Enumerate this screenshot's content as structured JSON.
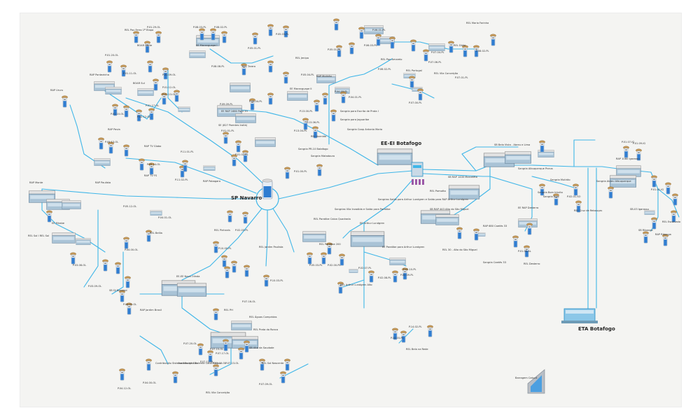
{
  "colors": {
    "pipe": "#3fb6e8",
    "pipe_dark": "#2a8fc4",
    "tank_top": "#dcdcdc",
    "tank_body": "#a9c3d6",
    "well_cap": "#c89a57",
    "well_body": "#2f7dd1",
    "frame": "#f4f4f2"
  },
  "icons": {
    "well": "well-icon",
    "reservoir": "reservoir-icon",
    "station": "station-icon",
    "hub": "sp-navarro-hub-icon",
    "eta": "eta-building-icon",
    "dam": "dam-icon"
  },
  "nodes": {
    "sp_navarro": "SP Navarro",
    "ee_botafogo": "EE-EI Botafogo",
    "eta_botafogo": "ETA Botafogo",
    "barragem": "Barragem Catucá",
    "sangrias_saida": "Sangrias Saída para Arthur Lundgren e Saída para RAP Arthur Lundgren",
    "sangria_albuquerque": "Sangria Albuquerque Pneus"
  },
  "labels": [
    {
      "id": "l01",
      "t": "REL Pau Ferro 1ª Etapa"
    },
    {
      "id": "l02",
      "t": "P.01.29-OL"
    },
    {
      "id": "l03",
      "t": "BOAR Norte"
    },
    {
      "id": "l04",
      "t": "P.01.20-OL"
    },
    {
      "id": "l05",
      "t": "P.01.11-OL"
    },
    {
      "id": "l06",
      "t": "P.01.09-OL"
    },
    {
      "id": "l07",
      "t": "RAP Pontezinha"
    },
    {
      "id": "l08",
      "t": "BOAR Sul"
    },
    {
      "id": "l09",
      "t": "P.01.12-OL"
    },
    {
      "id": "l10",
      "t": "P.01.13-OL"
    },
    {
      "id": "l11",
      "t": "P.01.17-OL"
    },
    {
      "id": "l12",
      "t": "P.01.10-OL"
    },
    {
      "id": "l13",
      "t": "P.02.12-OL"
    },
    {
      "id": "l14",
      "t": "RAP Pavia"
    },
    {
      "id": "l15",
      "t": "RAP Ururu"
    },
    {
      "id": "l16",
      "t": "P.05.13-OL"
    },
    {
      "id": "l17",
      "t": "RAP TV Globo"
    },
    {
      "id": "l18",
      "t": "P.05.14-OL"
    },
    {
      "id": "l19",
      "t": "RAP TV FS"
    },
    {
      "id": "l20",
      "t": "RAP Paulista"
    },
    {
      "id": "l21",
      "t": "RAP Monte"
    },
    {
      "id": "l22",
      "t": "P.11.01-PL"
    },
    {
      "id": "l23",
      "t": "P.11.02-PL"
    },
    {
      "id": "l24",
      "t": "RAP Pabagara"
    },
    {
      "id": "l25",
      "t": "P.05.12-OL"
    },
    {
      "id": "l26",
      "t": "P.04.01-OL"
    },
    {
      "id": "l27",
      "t": "REL Bellia"
    },
    {
      "id": "l28",
      "t": "EE Mirabe"
    },
    {
      "id": "l29",
      "t": "REL Sol I REL Sol"
    },
    {
      "id": "l30",
      "t": "P.03.08-OL"
    },
    {
      "id": "l31",
      "t": "P.03.09-OL"
    },
    {
      "id": "l32",
      "t": "P.04.00-OL"
    },
    {
      "id": "l33",
      "t": "SB DJ Boosted"
    },
    {
      "id": "l34",
      "t": "P.04.02-OL"
    },
    {
      "id": "l35",
      "t": "RAP Jardim Brasil"
    },
    {
      "id": "l36",
      "t": "EE-EE Nova Olinda"
    },
    {
      "id": "l37",
      "t": "REL Jardim Paulista"
    },
    {
      "id": "l38",
      "t": "REL Pinhanís"
    },
    {
      "id": "l39",
      "t": "P.02.03-PL"
    },
    {
      "id": "l40",
      "t": "P.10.00-PL"
    },
    {
      "id": "l41",
      "t": "P.10.03-PL"
    },
    {
      "id": "l42",
      "t": "REL PH"
    },
    {
      "id": "l43",
      "t": "REL Águas Compridas"
    },
    {
      "id": "l44",
      "t": "P.07.16-OL"
    },
    {
      "id": "l45",
      "t": "REL Prata do Ronca"
    },
    {
      "id": "l46",
      "t": "P.07.20-OL"
    },
    {
      "id": "l47",
      "t": "P.07.15-OL"
    },
    {
      "id": "l48",
      "t": "P.07.17-OL"
    },
    {
      "id": "l49",
      "t": "SB Alto da Saudade"
    },
    {
      "id": "l50",
      "t": "P.07.11-OL"
    },
    {
      "id": "l51",
      "t": "P.07.12-OL"
    },
    {
      "id": "l52",
      "t": "P.07.13-OL"
    },
    {
      "id": "l53",
      "t": "REL Vila Conceição"
    },
    {
      "id": "l54",
      "t": "P.07.09-OL"
    },
    {
      "id": "l55",
      "t": "REL Sol Nascente"
    },
    {
      "id": "l56",
      "t": "Contribuição Sistema Alto da Sita"
    },
    {
      "id": "l57",
      "t": "Contribuição Sistema Caixa Dágua"
    },
    {
      "id": "l58",
      "t": "P.04.12-OL"
    },
    {
      "id": "l59",
      "t": "P.04.00-OL"
    },
    {
      "id": "l60",
      "t": "EE Maranguape I"
    },
    {
      "id": "l61",
      "t": "P.08.03-PL"
    },
    {
      "id": "l62",
      "t": "P.08.02-PL"
    },
    {
      "id": "l63",
      "t": "P.08.08-PL"
    },
    {
      "id": "l64",
      "t": "REL Tararo"
    },
    {
      "id": "l65",
      "t": "P.05.01-PL"
    },
    {
      "id": "l66",
      "t": "P.05.03-PL"
    },
    {
      "id": "l67",
      "t": "REL Jenipa"
    },
    {
      "id": "l68",
      "t": "P.05.01-PL"
    },
    {
      "id": "l69",
      "t": "P.05.04-PL"
    },
    {
      "id": "l70",
      "t": "RAP Mutirão"
    },
    {
      "id": "l71",
      "t": "EE Maranguape II"
    },
    {
      "id": "l72",
      "t": "P.04.03-PL"
    },
    {
      "id": "l73",
      "t": "P.04.01-PL"
    },
    {
      "id": "l74",
      "t": "P.09.09-PL"
    },
    {
      "id": "l75",
      "t": "P.09.04-PL"
    },
    {
      "id": "l76",
      "t": "EE RAP 1680 Pont 39"
    },
    {
      "id": "l77",
      "t": "SE (827 Poentes Iraitá)"
    },
    {
      "id": "l78",
      "t": "P.01.01-PL"
    },
    {
      "id": "l79",
      "t": "P.01.02-PL"
    },
    {
      "id": "l80",
      "t": "P.13.00-PL"
    },
    {
      "id": "l81",
      "t": "P.13.04-PL"
    },
    {
      "id": "l82",
      "t": "P.13.06-PL"
    },
    {
      "id": "l83",
      "t": "REL Avenida"
    },
    {
      "id": "l84",
      "t": "Sangria para Escrita de Prata I"
    },
    {
      "id": "l85",
      "t": "Sangria para Jaguaribe"
    },
    {
      "id": "l86",
      "t": "Sangria Coop Antonio Maria"
    },
    {
      "id": "l87",
      "t": "Sangria PR-10 Botafogo"
    },
    {
      "id": "l88",
      "t": "Sangria Matadouro"
    },
    {
      "id": "l89",
      "t": "P.01.00-PL"
    },
    {
      "id": "l90",
      "t": "P.06.01-PL"
    },
    {
      "id": "l91",
      "t": "P.06.03-PL"
    },
    {
      "id": "l92",
      "t": "REL Pau Amarelo"
    },
    {
      "id": "l93",
      "t": "P.06.02-PL"
    },
    {
      "id": "l94",
      "t": "P.07.04-PL"
    },
    {
      "id": "l95",
      "t": "P.07.06-PL"
    },
    {
      "id": "l96",
      "t": "REL Vila Conceição"
    },
    {
      "id": "l97",
      "t": "REL Dídio"
    },
    {
      "id": "l98",
      "t": "P.07.01-PL"
    },
    {
      "id": "l99",
      "t": "REL Maria Farinha"
    },
    {
      "id": "l100",
      "t": "P.08.02-PL"
    },
    {
      "id": "l101",
      "t": "REL Portugal"
    },
    {
      "id": "l102",
      "t": "P.07.00-PL"
    },
    {
      "id": "l103",
      "t": "SB Bela Vista - Abreu e Lima"
    },
    {
      "id": "l104",
      "t": "P.01.07-IG"
    },
    {
      "id": "l105",
      "t": "P.01.09-IG"
    },
    {
      "id": "l106",
      "t": "Sangria Abreu Albuquerque"
    },
    {
      "id": "l107",
      "t": "Sangria Mutirão"
    },
    {
      "id": "l108",
      "t": "Sangria Bom Intuito"
    },
    {
      "id": "l109",
      "t": "Sangria Sujo"
    },
    {
      "id": "l110",
      "t": "P.02.01-SO"
    },
    {
      "id": "l111",
      "t": "REL Cruz de Rebouças"
    },
    {
      "id": "l112",
      "t": "RAP 1080 Igarassu"
    },
    {
      "id": "l113",
      "t": "P.01.01-IG"
    },
    {
      "id": "l114",
      "t": "SB-03 Igarassu"
    },
    {
      "id": "l115",
      "t": "REL Escalvado"
    },
    {
      "id": "l116",
      "t": "SB Ribanga"
    },
    {
      "id": "l117",
      "t": "RAP Ribanga"
    },
    {
      "id": "l118",
      "t": "SB RAP 1400 Marcelêta"
    },
    {
      "id": "l119",
      "t": "REL Pomotto"
    },
    {
      "id": "l120",
      "t": "SB RAP 443 Alto do São Miguel"
    },
    {
      "id": "l121",
      "t": "REL 30 - Alto do São Miguel"
    },
    {
      "id": "l122",
      "t": "EE RAP Desterro"
    },
    {
      "id": "l123",
      "t": "P.01.06-AL"
    },
    {
      "id": "l124",
      "t": "REL Desterro"
    },
    {
      "id": "l125",
      "t": "RAP 680 Caetés 33"
    },
    {
      "id": "l126",
      "t": "Sangria Caetés 33"
    },
    {
      "id": "l127",
      "t": "REL Paratibe Caixa Quadrada"
    },
    {
      "id": "l128",
      "t": "Sangrias Vila Invadida e Saída para Paratibe"
    },
    {
      "id": "l129",
      "t": "EE Arthur Lundgren"
    },
    {
      "id": "l130",
      "t": "REL Paratibe 200"
    },
    {
      "id": "l131",
      "t": "P.05.03-PL"
    },
    {
      "id": "l132",
      "t": "P.02.00-PL"
    },
    {
      "id": "l133",
      "t": "EE Paratibe para Arthur Lundgren"
    },
    {
      "id": "l134",
      "t": "P.02.07-PL"
    },
    {
      "id": "l135",
      "t": "P.02.10-PL"
    },
    {
      "id": "l136",
      "t": "P.02.09-PL"
    },
    {
      "id": "l137",
      "t": "P.02.08-PL"
    },
    {
      "id": "l138",
      "t": "REL Arthur Lundgren Alto"
    },
    {
      "id": "l139",
      "t": "P.14.02-PL"
    },
    {
      "id": "l140",
      "t": "P.14.03-PL"
    },
    {
      "id": "l141",
      "t": "REL Bela na Rede"
    }
  ]
}
